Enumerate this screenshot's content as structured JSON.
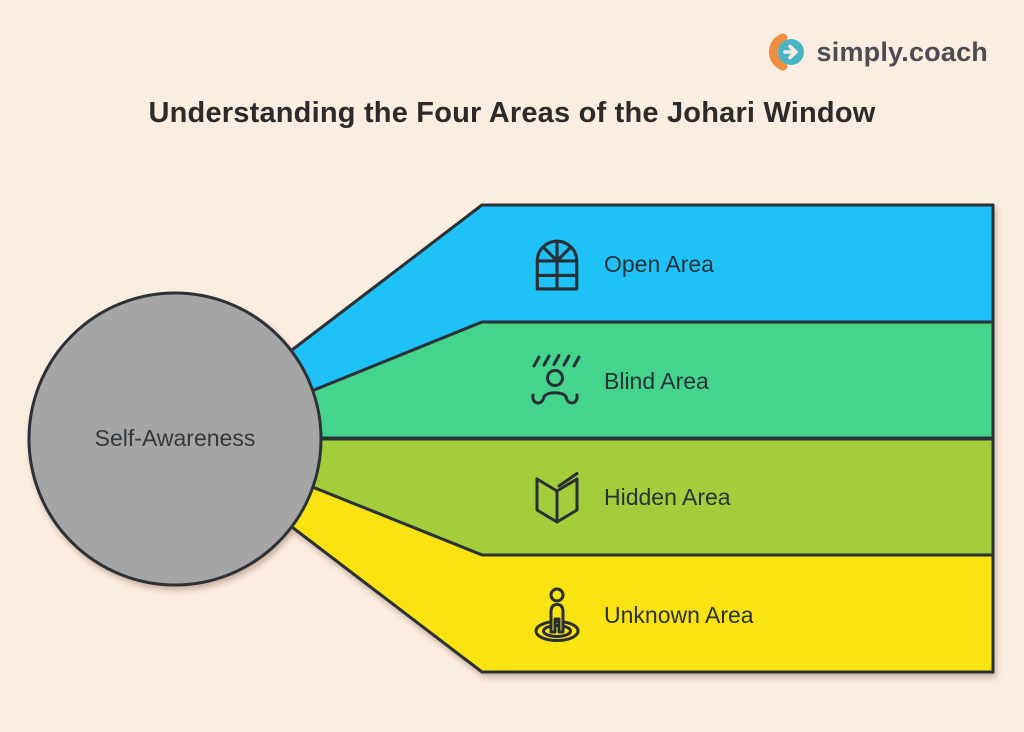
{
  "logo": {
    "text": "simply.coach",
    "orange": "#EF8E43",
    "teal": "#49B5C4"
  },
  "title": "Understanding the Four Areas of the Johari Window",
  "circle": {
    "label": "Self-Awareness",
    "fill": "#A5A5A5"
  },
  "bands": [
    {
      "label": "Open Area",
      "color": "#1EC2F6",
      "icon": "window-icon"
    },
    {
      "label": "Blind Area",
      "color": "#44D48C",
      "icon": "shrug-person-icon"
    },
    {
      "label": "Hidden Area",
      "color": "#A3CE3B",
      "icon": "open-book-icon"
    },
    {
      "label": "Unknown Area",
      "color": "#F9E412",
      "icon": "spotlight-person-icon"
    }
  ],
  "colors": {
    "background": "#FCEDE1",
    "outline": "#2B3137",
    "text": "#2A3138"
  }
}
